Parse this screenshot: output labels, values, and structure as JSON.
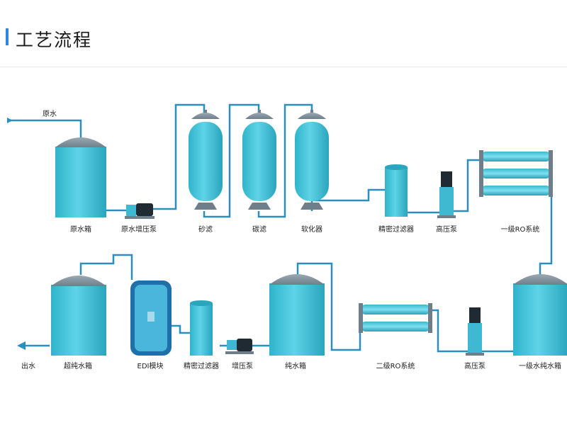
{
  "header": {
    "title": "工艺流程"
  },
  "colors": {
    "accent": "#2e86de",
    "tank": "#41c3da",
    "tank_dark": "#2aa5bd",
    "pipe": "#2a8fbf",
    "dome": "#7a8b97"
  },
  "labels": {
    "raw_water_in": "原水",
    "water_out": "出水",
    "raw_water_tank": "原水箱",
    "raw_booster_pump": "原水增压泵",
    "sand_filter": "砂滤",
    "carbon_filter": "碳滤",
    "softener": "软化器",
    "precision_filter_1": "精密过滤器",
    "hp_pump_1": "高压泵",
    "ro1_system": "一级RO系统",
    "ro1_pure_tank": "一级水纯水箱",
    "hp_pump_2": "高压泵",
    "ro2_system": "二级RO系统",
    "pure_tank": "纯水箱",
    "booster_pump": "增压泵",
    "precision_filter_2": "精密过滤器",
    "edi_module": "EDI模块",
    "ultra_pure_tank": "超纯水箱"
  }
}
